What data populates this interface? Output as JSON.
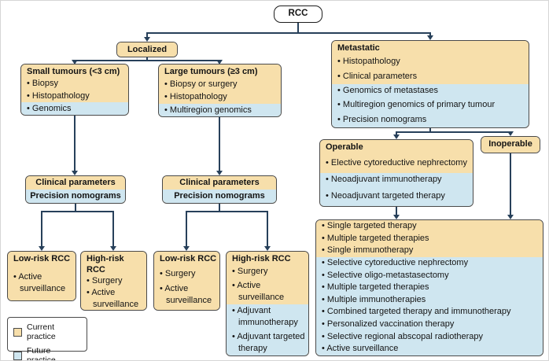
{
  "colors": {
    "current_practice": "#f7dfab",
    "future_practice": "#cfe6f0",
    "arrow": "#27405a",
    "box_border": "#4a4a4a"
  },
  "boxes": {
    "rcc": {
      "title": "RCC"
    },
    "localized": {
      "title": "Localized"
    },
    "metastatic": {
      "title": "Metastatic",
      "items": [
        {
          "text": "Histopathology",
          "type": "current"
        },
        {
          "text": "Clinical parameters",
          "type": "current"
        },
        {
          "text": "Genomics of metastases",
          "type": "future"
        },
        {
          "text": "Multiregion genomics of primary tumour",
          "type": "future"
        },
        {
          "text": "Precision nomograms",
          "type": "future"
        }
      ]
    },
    "small_tumours": {
      "title": "Small tumours (<3 cm)",
      "items": [
        {
          "text": "Biopsy",
          "type": "current"
        },
        {
          "text": "Histopathology",
          "type": "current"
        },
        {
          "text": "Genomics",
          "type": "future"
        }
      ]
    },
    "large_tumours": {
      "title": "Large tumours (≥3 cm)",
      "items": [
        {
          "text": "Biopsy or surgery",
          "type": "current"
        },
        {
          "text": "Histopathology",
          "type": "current"
        },
        {
          "text": "Multiregion genomics",
          "type": "future"
        }
      ]
    },
    "clinical_parameters_left": {
      "rows": [
        {
          "text": "Clinical parameters",
          "type": "current"
        },
        {
          "text": "Precision nomograms",
          "type": "future"
        }
      ]
    },
    "clinical_parameters_right": {
      "rows": [
        {
          "text": "Clinical parameters",
          "type": "current"
        },
        {
          "text": "Precision nomograms",
          "type": "future"
        }
      ]
    },
    "low_risk_left": {
      "title": "Low-risk RCC",
      "items": [
        {
          "text": "Active surveillance",
          "type": "current"
        }
      ]
    },
    "high_risk_left": {
      "title": "High-risk RCC",
      "items": [
        {
          "text": "Surgery",
          "type": "current"
        },
        {
          "text": "Active surveillance",
          "type": "current"
        }
      ]
    },
    "low_risk_right": {
      "title": "Low-risk RCC",
      "items": [
        {
          "text": "Surgery",
          "type": "current"
        },
        {
          "text": "Active surveillance",
          "type": "current"
        }
      ]
    },
    "high_risk_right": {
      "title": "High-risk RCC",
      "items": [
        {
          "text": "Surgery",
          "type": "current"
        },
        {
          "text": "Active surveillance",
          "type": "current"
        },
        {
          "text": "Adjuvant immunotherapy",
          "type": "future"
        },
        {
          "text": "Adjuvant targeted therapy",
          "type": "future"
        }
      ]
    },
    "operable": {
      "title": "Operable",
      "items": [
        {
          "text": "Elective cytoreductive nephrectomy",
          "type": "current"
        },
        {
          "text": "Neoadjuvant immunotherapy",
          "type": "future"
        },
        {
          "text": "Neoadjuvant targeted therapy",
          "type": "future"
        }
      ]
    },
    "inoperable": {
      "title": "Inoperable"
    },
    "metastatic_treatments": {
      "items": [
        {
          "text": "Single targeted therapy",
          "type": "current"
        },
        {
          "text": "Multiple targeted therapies",
          "type": "current"
        },
        {
          "text": "Single immunotherapy",
          "type": "current"
        },
        {
          "text": "Selective cytoreductive nephrectomy",
          "type": "future"
        },
        {
          "text": "Selective oligo-metastasectomy",
          "type": "future"
        },
        {
          "text": "Multiple targeted therapies",
          "type": "future"
        },
        {
          "text": "Multiple immunotherapies",
          "type": "future"
        },
        {
          "text": "Combined targeted therapy and immunotherapy",
          "type": "future"
        },
        {
          "text": "Personalized vaccination therapy",
          "type": "future"
        },
        {
          "text": "Selective regional abscopal radiotherapy",
          "type": "future"
        },
        {
          "text": "Active surveillance",
          "type": "future"
        }
      ]
    }
  },
  "legend": {
    "items": [
      {
        "label": "Current practice",
        "type": "current"
      },
      {
        "label": "Future practice",
        "type": "future"
      }
    ]
  }
}
